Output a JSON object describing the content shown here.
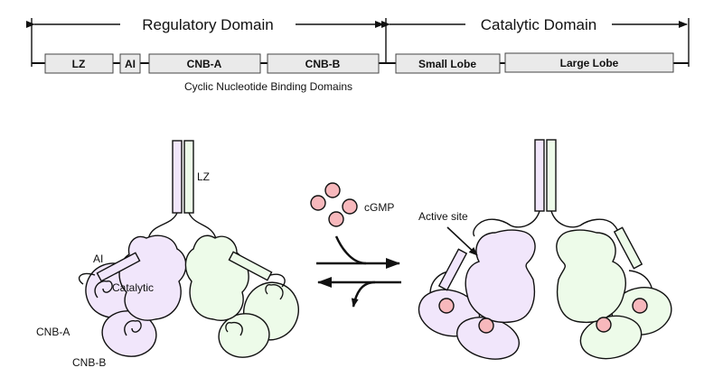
{
  "domain_bar": {
    "regulatory_label": "Regulatory Domain",
    "catalytic_label": "Catalytic Domain",
    "segments": [
      "LZ",
      "AI",
      "CNB-A",
      "CNB-B",
      "Small Lobe",
      "Large Lobe"
    ],
    "cnb_caption": "Cyclic Nucleotide Binding Domains"
  },
  "inactive": {
    "lz_label": "LZ",
    "ai_label": "AI",
    "catalytic_label": "Catalytic",
    "cnb_a_label": "CNB-A",
    "cnb_b_label": "CNB-B"
  },
  "reaction": {
    "ligand_label": "cGMP"
  },
  "active": {
    "active_site_label": "Active site"
  },
  "colors": {
    "subunit_a": "#f1e6fb",
    "subunit_b": "#edfbe9",
    "cgmp": "#f7b8bc",
    "domain_box": "#eaeaea"
  }
}
